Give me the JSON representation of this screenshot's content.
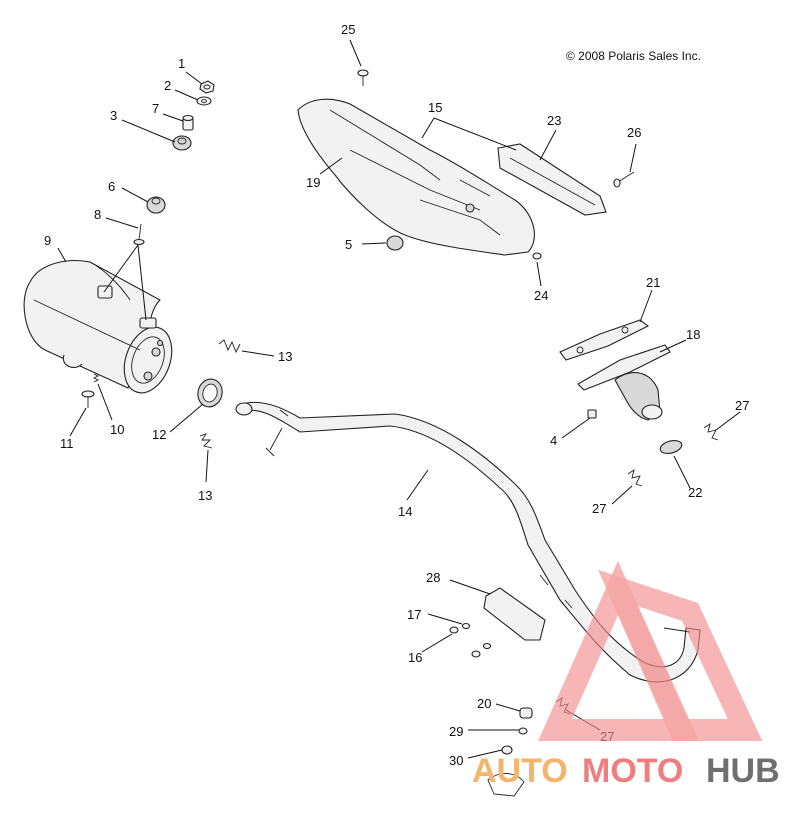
{
  "copyright": "© 2008 Polaris Sales Inc.",
  "watermark": {
    "part_a": "AUTO",
    "part_b": "MOTO",
    "part_c": "HUB"
  },
  "callouts": {
    "c1": "1",
    "c2": "2",
    "c3": "3",
    "c4": "4",
    "c5": "5",
    "c6": "6",
    "c7": "7",
    "c8": "8",
    "c9": "9",
    "c10": "10",
    "c11": "11",
    "c12": "12",
    "c13a": "13",
    "c13b": "13",
    "c14": "14",
    "c15": "15",
    "c16": "16",
    "c17": "17",
    "c18": "18",
    "c19": "19",
    "c20": "20",
    "c21": "21",
    "c22": "22",
    "c23": "23",
    "c24": "24",
    "c25": "25",
    "c26": "26",
    "c27a": "27",
    "c27b": "27",
    "c27c": "27",
    "c28": "28",
    "c29": "29",
    "c30": "30"
  }
}
